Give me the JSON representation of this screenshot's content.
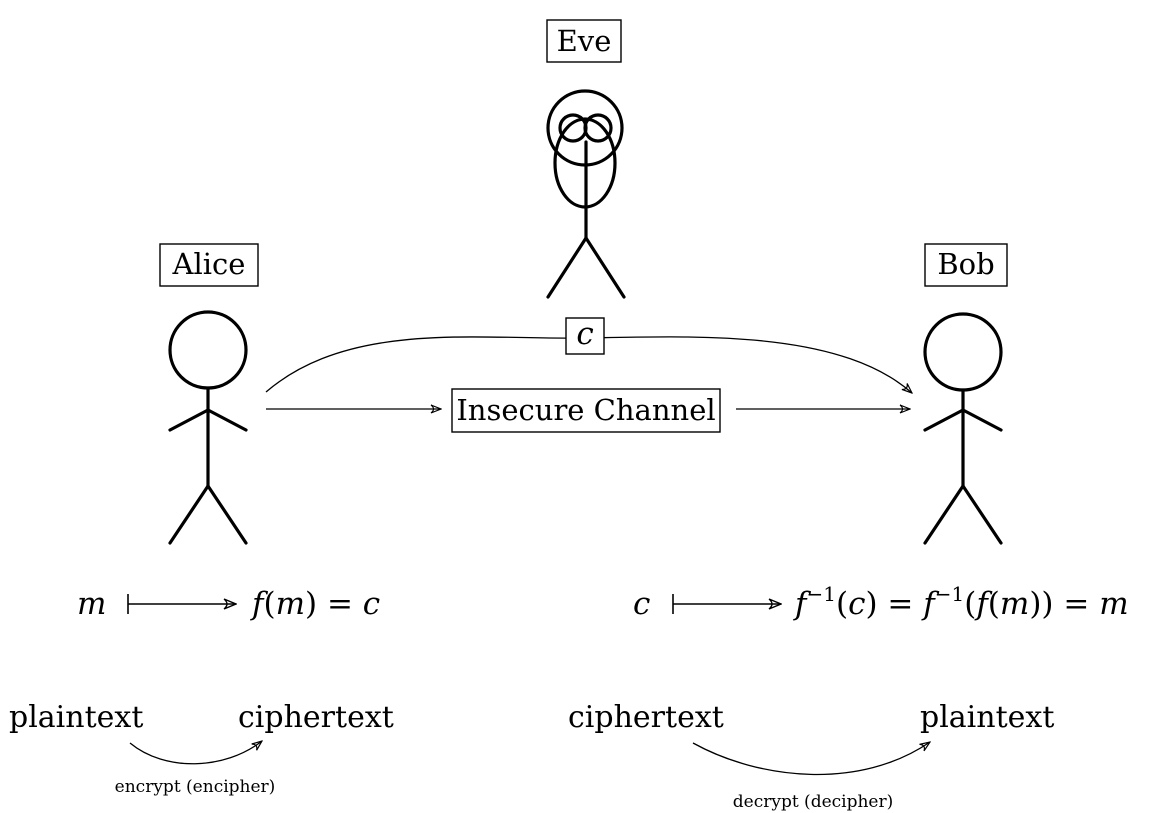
{
  "parties": {
    "alice": "Alice",
    "bob": "Bob",
    "eve": "Eve"
  },
  "channel": {
    "label": "Insecure Channel",
    "message": "c"
  },
  "mapping_alice": {
    "input": "m",
    "func": "f",
    "arg": "m",
    "result": "c"
  },
  "mapping_bob": {
    "input": "c",
    "func": "f",
    "inv_exp": "−1",
    "arg": "c",
    "inner_func": "f",
    "inner_arg": "m",
    "result": "m"
  },
  "process_alice": {
    "from": "plaintext",
    "to": "ciphertext",
    "action": "encrypt (encipher)"
  },
  "process_bob": {
    "from": "ciphertext",
    "to": "plaintext",
    "action": "decrypt (decipher)"
  }
}
